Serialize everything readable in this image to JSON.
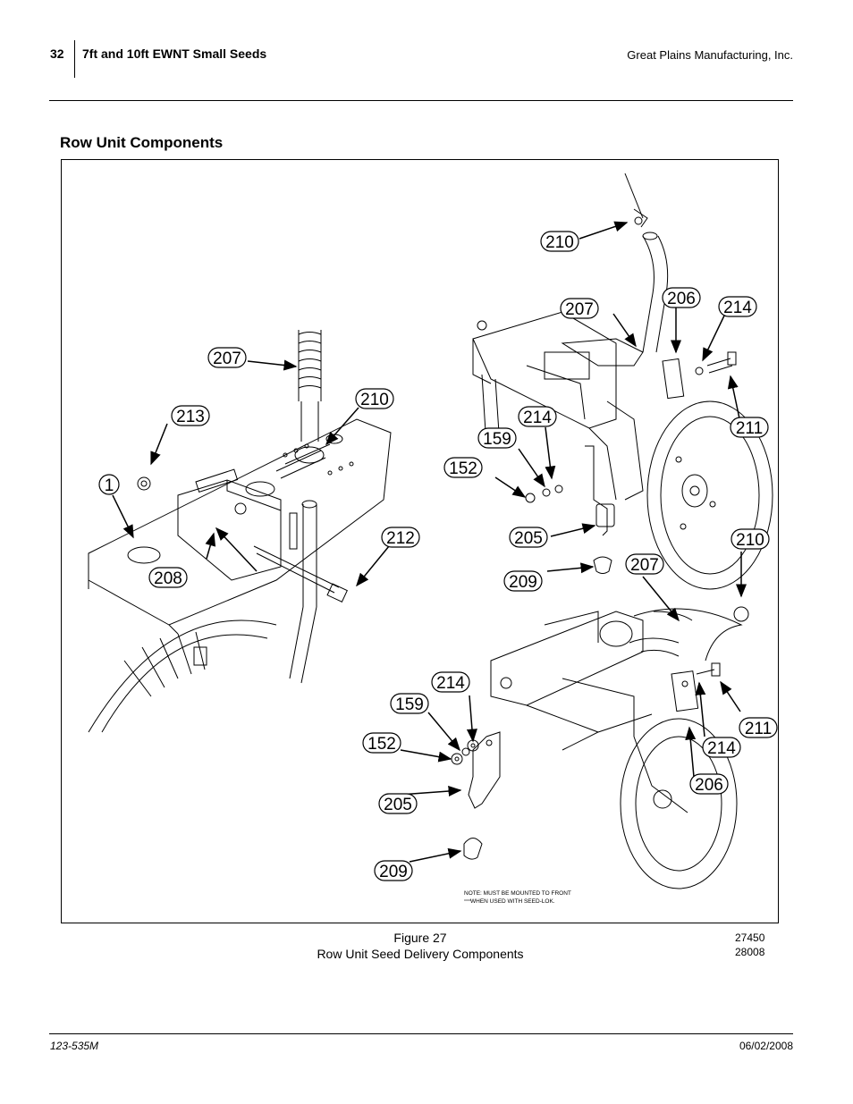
{
  "header": {
    "page_number": "32",
    "title": "7ft and 10ft EWNT Small Seeds",
    "company": "Great Plains Manufacturing, Inc."
  },
  "section": {
    "title": "Row Unit Components"
  },
  "figure": {
    "callouts": [
      "210",
      "207",
      "206",
      "214",
      "207",
      "213",
      "210",
      "214",
      "211",
      "159",
      "152",
      "1",
      "205",
      "212",
      "208",
      "209",
      "207",
      "210",
      "214",
      "159",
      "211",
      "152",
      "214",
      "206",
      "205",
      "209"
    ],
    "note_line1": "NOTE: MUST BE MOUNTED TO FRONT",
    "note_line2": "WHEN USED WITH SEED-LOK.",
    "caption_line1": "Figure 27",
    "caption_line2": "Row Unit Seed Delivery Components",
    "figure_numbers": [
      "27450",
      "28008"
    ]
  },
  "footer": {
    "doc_number": "123-535M",
    "date": "06/02/2008"
  }
}
